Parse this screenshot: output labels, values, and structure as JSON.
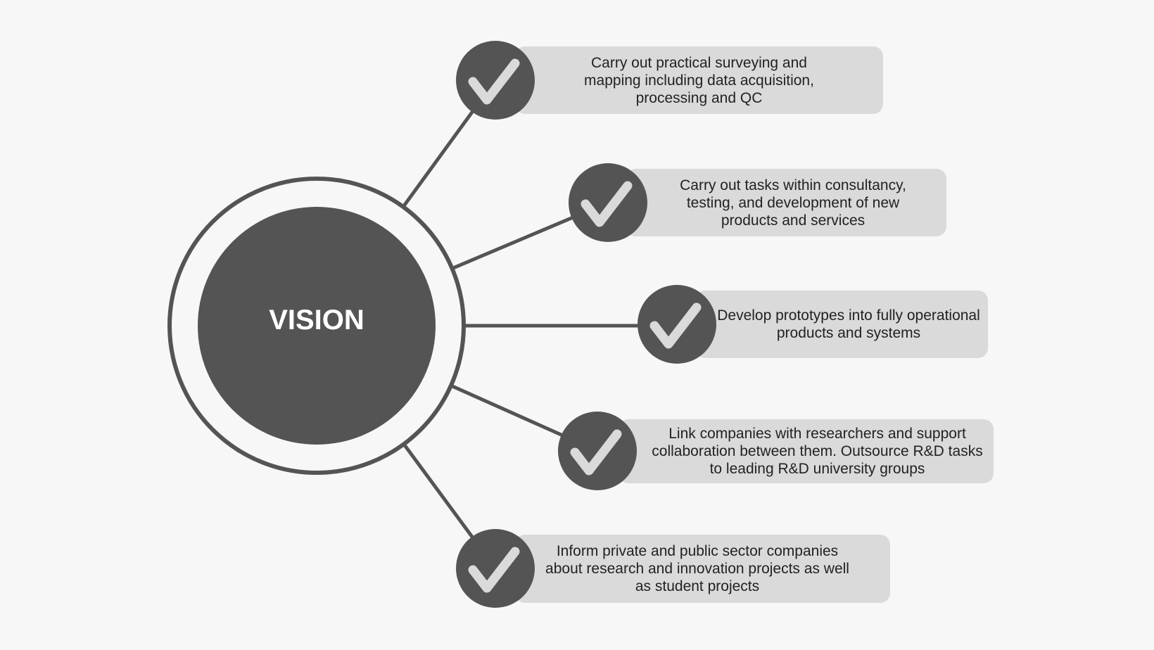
{
  "center": {
    "label": "VISION"
  },
  "items": [
    {
      "text": "Carry out practical surveying and mapping including data acquisition, processing and QC",
      "icon": "check-icon"
    },
    {
      "text": "Carry out tasks within consultancy, testing, and development of new products and services",
      "icon": "check-icon"
    },
    {
      "text": "Develop prototypes into fully operational products and systems",
      "icon": "check-icon"
    },
    {
      "text": "Link companies with researchers and support collaboration between them. Outsource R&D tasks to leading R&D university groups",
      "icon": "check-icon"
    },
    {
      "text": "Inform private and public sector companies about research and innovation projects as well as student projects",
      "icon": "check-icon"
    }
  ],
  "colors": {
    "background": "#f7f7f7",
    "dark": "#545454",
    "box": "#dadada",
    "check": "#dadada"
  }
}
